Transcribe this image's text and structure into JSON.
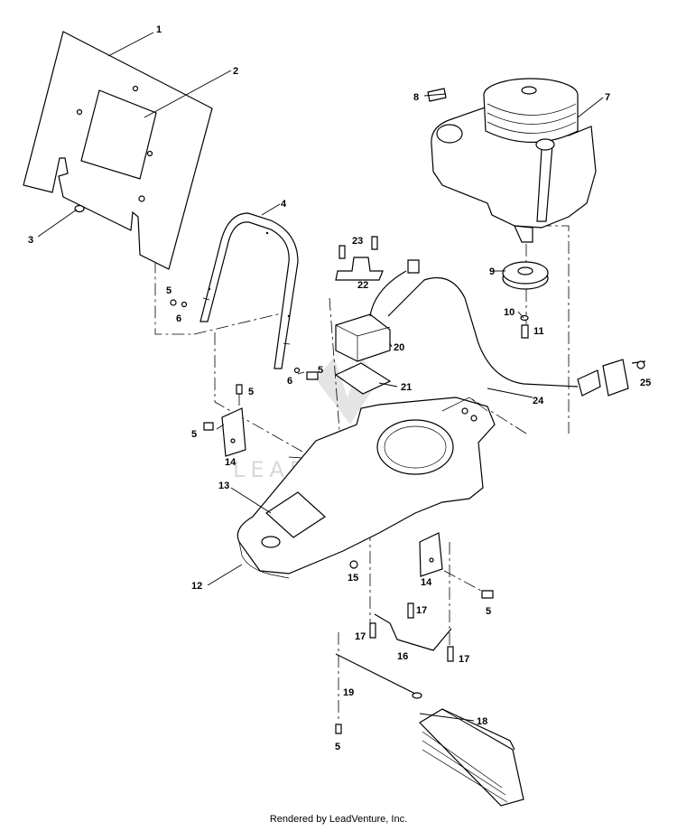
{
  "watermark": "LEADVENTURE",
  "footer": "Rendered by LeadVenture, Inc.",
  "callouts": {
    "c1": "1",
    "c2": "2",
    "c3": "3",
    "c4": "4",
    "c5a": "5",
    "c5b": "5",
    "c5c": "5",
    "c5d": "5",
    "c5e": "5",
    "c5f": "5",
    "c6a": "6",
    "c6b": "6",
    "c7": "7",
    "c8": "8",
    "c9": "9",
    "c10": "10",
    "c11": "11",
    "c12": "12",
    "c13": "13",
    "c14a": "14",
    "c14b": "14",
    "c15": "15",
    "c16": "16",
    "c17a": "17",
    "c17b": "17",
    "c17c": "17",
    "c18": "18",
    "c19": "19",
    "c20": "20",
    "c21": "21",
    "c22": "22",
    "c23": "23",
    "c24": "24",
    "c25": "25"
  }
}
